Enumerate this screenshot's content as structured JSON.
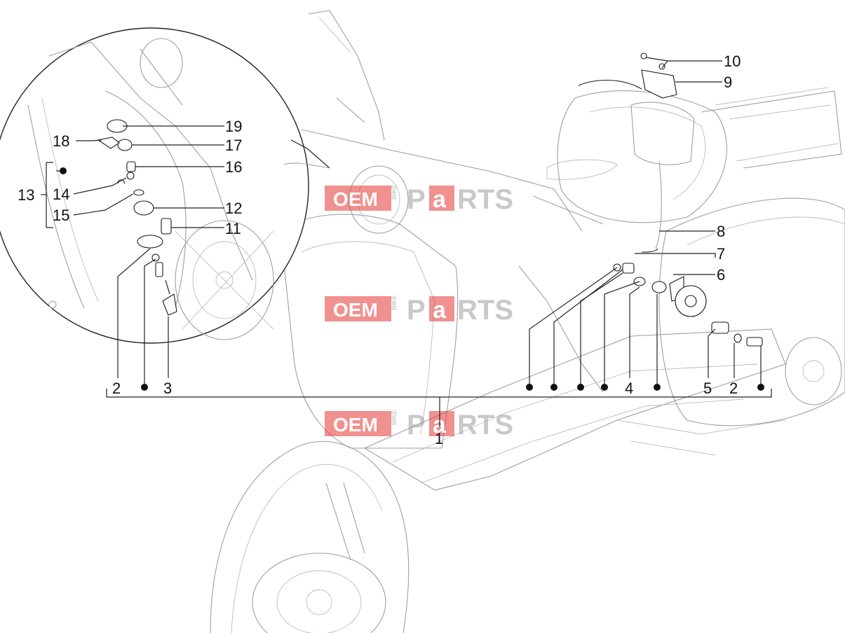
{
  "watermark": {
    "brand_left": "OEM",
    "brand_mid": "BIKE",
    "brand_right_a": "P",
    "brand_right_b": "a",
    "brand_right_c": "RTS",
    "color_red": "#e53935",
    "color_grey": "#9e9e9e"
  },
  "callouts": {
    "c1": "1",
    "c2a": "2",
    "c2b": "2",
    "c3": "3",
    "c4": "4",
    "c5": "5",
    "c6": "6",
    "c7": "7",
    "c8": "8",
    "c9": "9",
    "c10": "10",
    "c11": "11",
    "c12": "12",
    "c13": "13",
    "c14": "14",
    "c15": "15",
    "c16": "16",
    "c17": "17",
    "c18": "18",
    "c19": "19"
  }
}
